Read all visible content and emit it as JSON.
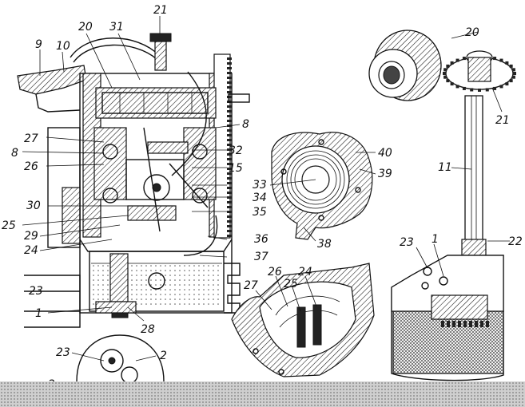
{
  "callouts": [
    {
      "id": "c21a",
      "text": "21"
    },
    {
      "id": "c20a",
      "text": "20"
    },
    {
      "id": "c31",
      "text": "31"
    },
    {
      "id": "c9",
      "text": "9"
    },
    {
      "id": "c10",
      "text": "10"
    },
    {
      "id": "c8a",
      "text": "8"
    },
    {
      "id": "c27a",
      "text": "27"
    },
    {
      "id": "c8b",
      "text": "8"
    },
    {
      "id": "c26a",
      "text": "26"
    },
    {
      "id": "c32",
      "text": "32"
    },
    {
      "id": "c15",
      "text": "15"
    },
    {
      "id": "c33",
      "text": "33"
    },
    {
      "id": "c34",
      "text": "34"
    },
    {
      "id": "c30",
      "text": "30"
    },
    {
      "id": "c35",
      "text": "35"
    },
    {
      "id": "c25a",
      "text": "25"
    },
    {
      "id": "c29",
      "text": "29"
    },
    {
      "id": "c24a",
      "text": "24"
    },
    {
      "id": "c36",
      "text": "36"
    },
    {
      "id": "c37",
      "text": "37"
    },
    {
      "id": "c23a",
      "text": "23"
    },
    {
      "id": "c1a",
      "text": "1"
    },
    {
      "id": "c28",
      "text": "28"
    },
    {
      "id": "c23b",
      "text": "23"
    },
    {
      "id": "c2",
      "text": "2"
    },
    {
      "id": "c2b",
      "text": "2"
    },
    {
      "id": "c40",
      "text": "40"
    },
    {
      "id": "c39",
      "text": "39"
    },
    {
      "id": "c38",
      "text": "38"
    },
    {
      "id": "c27b",
      "text": "27"
    },
    {
      "id": "c26b",
      "text": "26"
    },
    {
      "id": "c25b",
      "text": "25"
    },
    {
      "id": "c24b",
      "text": "24"
    },
    {
      "id": "c20b",
      "text": "20"
    },
    {
      "id": "c21b",
      "text": "21"
    },
    {
      "id": "c11",
      "text": "11"
    },
    {
      "id": "c23c",
      "text": "23"
    },
    {
      "id": "c1b",
      "text": "1"
    },
    {
      "id": "c22",
      "text": "22"
    }
  ]
}
